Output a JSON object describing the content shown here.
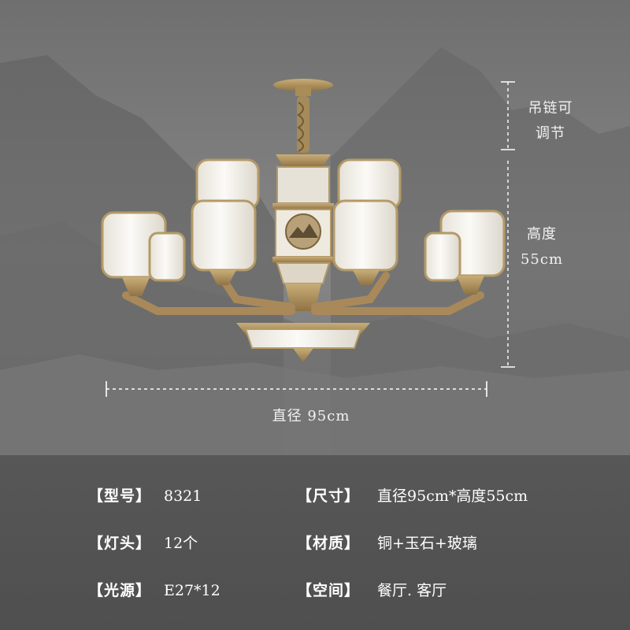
{
  "dimensions": {
    "chain_label_line1": "吊链可",
    "chain_label_line2": "调节",
    "height_label_line1": "高度",
    "height_label_line2": "55cm",
    "diameter_label": "直径 95cm"
  },
  "specs": [
    {
      "key": "【型号】",
      "value": "8321"
    },
    {
      "key": "【尺寸】",
      "value": "直径95cm*高度55cm"
    },
    {
      "key": "【灯头】",
      "value": "12个"
    },
    {
      "key": "【材质】",
      "value": "铜+玉石+玻璃"
    },
    {
      "key": "【光源】",
      "value": "E27*12"
    },
    {
      "key": "【空间】",
      "value": "餐厅. 客厅"
    }
  ],
  "colors": {
    "background": "#7c7c7c",
    "info_bar": "#555555",
    "brass": "#b0925f",
    "glass": "#f4f1ea",
    "text": "#ffffff"
  }
}
